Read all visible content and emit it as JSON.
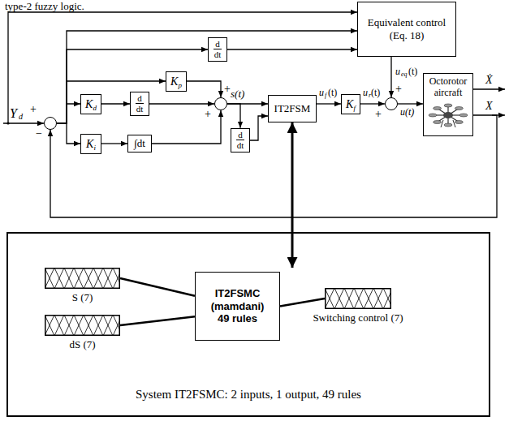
{
  "diagram": {
    "nodes": [
      {
        "text": [
          "Equivalent control (Eq. 18)"
        ]
      },
      {
        "text": [
          "d",
          "dt"
        ]
      },
      {
        "text": [
          "+",
          "−"
        ]
      },
      {
        "text": [
          "K",
          "p"
        ]
      },
      {
        "text": [
          "K",
          "d"
        ]
      },
      {
        "text": [
          "d",
          "dt"
        ]
      },
      {
        "text": [
          "K",
          "i"
        ]
      },
      {
        "text": [
          "∫dt"
        ]
      },
      {
        "text": [
          "+",
          "+"
        ]
      },
      {
        "text": [
          "d",
          "dt"
        ]
      },
      {
        "text": [
          "IT2FSM"
        ]
      },
      {
        "text": [
          "K",
          "f"
        ]
      },
      {
        "text": [
          "+",
          "+"
        ]
      },
      {
        "text": [
          "Octorotor aircraft"
        ]
      },
      {
        "text": [
          "System IT2FSMC: 2 inputs, 1 output, 49 rules"
        ]
      },
      {
        "text": [
          "S (7)"
        ],
        "in": 14
      },
      {
        "text": [
          "dS (7)"
        ],
        "in": 14
      },
      {
        "text": [
          "IT2FSMC (mamdani) 49 rules"
        ],
        "in": 14
      },
      {
        "text": [
          "Switching control (7)"
        ],
        "in": 14
      }
    ],
    "edges": [
      {
        "from": 2,
        "to": 0,
        "arrow": "to"
      },
      {
        "from": 2,
        "to": 1,
        "arrow": "to"
      },
      {
        "from": 1,
        "to": 0,
        "arrow": "to"
      },
      {
        "from": 2,
        "to": 3,
        "arrow": "to"
      },
      {
        "from": 2,
        "to": 4,
        "arrow": "to"
      },
      {
        "from": 2,
        "to": 6,
        "arrow": "to"
      },
      {
        "from": 4,
        "to": 5,
        "arrow": "to"
      },
      {
        "from": 5,
        "to": 8,
        "arrow": "to"
      },
      {
        "from": 3,
        "to": 8,
        "arrow": "to"
      },
      {
        "from": 6,
        "to": 7,
        "arrow": "to"
      },
      {
        "from": 7,
        "to": 8,
        "arrow": "to"
      },
      {
        "from": 8,
        "to": 10,
        "arrow": "to"
      },
      {
        "from": 8,
        "to": 9,
        "arrow": "to"
      },
      {
        "from": 9,
        "to": 10,
        "arrow": "to"
      },
      {
        "from": 10,
        "to": 11,
        "arrow": "to"
      },
      {
        "from": 11,
        "to": 12,
        "arrow": "to"
      },
      {
        "from": 0,
        "to": 12,
        "arrow": "to"
      },
      {
        "from": 12,
        "to": 13,
        "arrow": "to"
      },
      {
        "from": 13,
        "to": 2,
        "arrow": "to"
      },
      {
        "from": 10,
        "to": 14,
        "arrow": "both"
      },
      {
        "from": 15,
        "to": 17,
        "arrow": "none"
      },
      {
        "from": 16,
        "to": 17,
        "arrow": "none"
      },
      {
        "from": 17,
        "to": 18,
        "arrow": "none"
      }
    ],
    "labels": [
      "type-2 fuzzy logic.",
      "Y",
      "d",
      "s(t)",
      "u",
      "f",
      "(t)",
      "u",
      "r",
      "(t)",
      "u",
      "eq",
      "(t)",
      "u(t)",
      "Ẋ",
      "X"
    ]
  }
}
